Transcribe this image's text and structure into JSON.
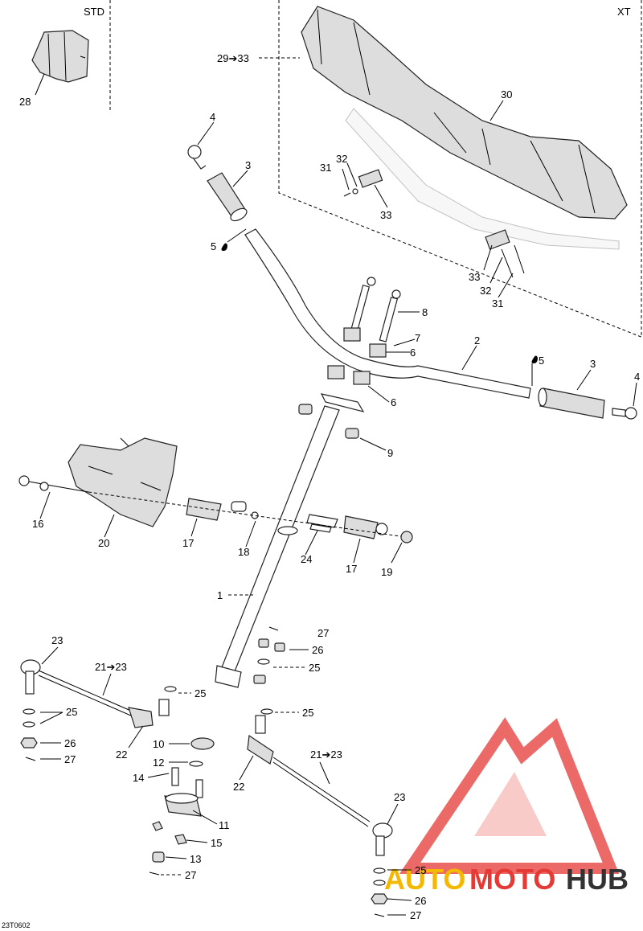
{
  "variants": {
    "std": "STD",
    "xt": "XT"
  },
  "labels": {
    "p1": "1",
    "p2": "2",
    "p3a": "3",
    "p3b": "3",
    "p4a": "4",
    "p4b": "4",
    "p5a": "5",
    "p5b": "5",
    "p6a": "6",
    "p6b": "6",
    "p7": "7",
    "p8": "8",
    "p9": "9",
    "p10": "10",
    "p11": "11",
    "p12": "12",
    "p13": "13",
    "p14": "14",
    "p15": "15",
    "p16": "16",
    "p17a": "17",
    "p17b": "17",
    "p18": "18",
    "p19": "19",
    "p20": "20",
    "p21a": "21➔23",
    "p21b": "21➔23",
    "p22a": "22",
    "p22b": "22",
    "p23a": "23",
    "p23b": "23",
    "p24": "24",
    "p25a": "25",
    "p25b": "25",
    "p25c": "25",
    "p25d": "25",
    "p25e": "25",
    "p26a": "26",
    "p26b": "26",
    "p26c": "26",
    "p27a": "27",
    "p27b": "27",
    "p27c": "27",
    "p28": "28",
    "p29": "29➔33",
    "p30": "30",
    "p31a": "31",
    "p31b": "31",
    "p32a": "32",
    "p32b": "32",
    "p33a": "33",
    "p33b": "33"
  },
  "drawing_code": "23T0602",
  "watermark": {
    "prefix": "AUTO",
    "middle": "MOTO",
    "suffix": "HUB"
  },
  "colors": {
    "watermark_red": "#e53935",
    "watermark_gold": "#f5b800",
    "watermark_dark": "#333333"
  }
}
